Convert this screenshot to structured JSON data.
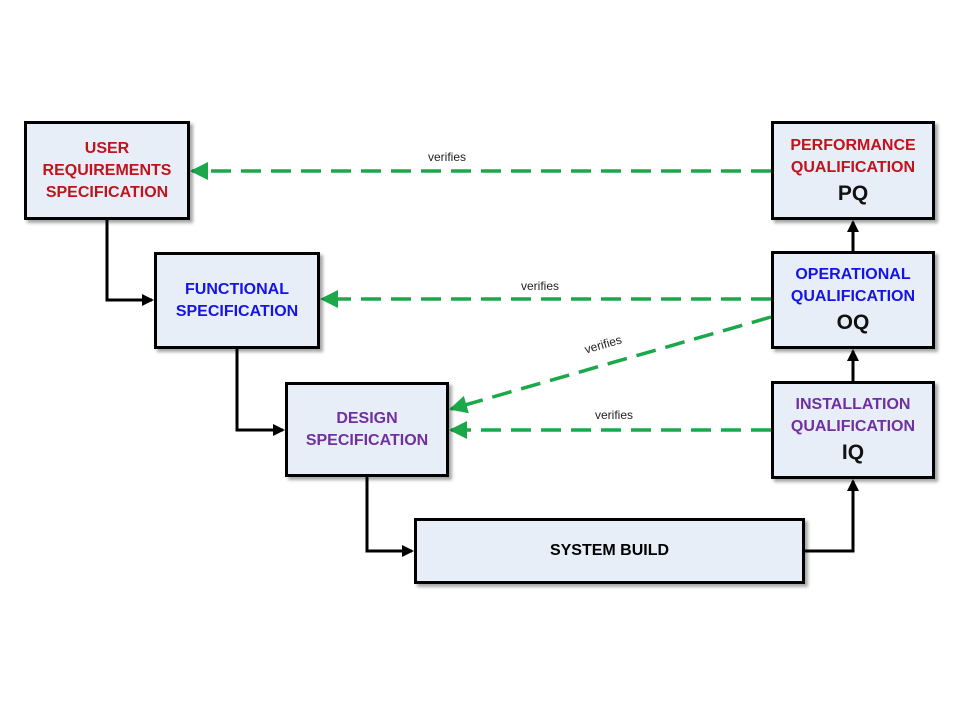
{
  "colors": {
    "user_req": "#c0141c",
    "functional": "#1414e6",
    "design": "#7030a0",
    "performance": "#c0141c",
    "operational": "#1414e6",
    "installation": "#7030a0",
    "system_build": "#000000",
    "verify_arrow": "#1aa84a",
    "flow_arrow": "#000000"
  },
  "boxes": {
    "user_requirements": {
      "lines": [
        "USER",
        "REQUIREMENTS",
        "SPECIFICATION"
      ]
    },
    "functional_spec": {
      "lines": [
        "FUNCTIONAL",
        "SPECIFICATION"
      ]
    },
    "design_spec": {
      "lines": [
        "DESIGN",
        "SPECIFICATION"
      ]
    },
    "system_build": {
      "lines": [
        "SYSTEM BUILD"
      ]
    },
    "performance": {
      "lines": [
        "PERFORMANCE",
        "QUALIFICATION"
      ],
      "code": "PQ"
    },
    "operational": {
      "lines": [
        "OPERATIONAL",
        "QUALIFICATION"
      ],
      "code": "OQ"
    },
    "installation": {
      "lines": [
        "INSTALLATION",
        "QUALIFICATION"
      ],
      "code": "IQ"
    }
  },
  "verify_labels": [
    "verifies",
    "verifies",
    "verifies",
    "verifies"
  ]
}
